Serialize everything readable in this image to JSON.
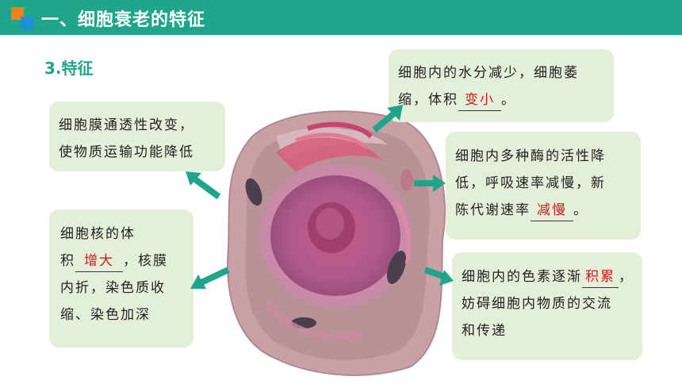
{
  "header": {
    "title": "一、细胞衰老的特征"
  },
  "section": {
    "label": "3.特征"
  },
  "boxes": {
    "membrane": {
      "line1": "细胞膜通透性改变，",
      "line2": "使物质运输功能降低"
    },
    "nucleus": {
      "line1": "细胞核的体",
      "line2_pre": "积",
      "answer": "增大",
      "line2_post": "，核膜",
      "line3": "内折，染色质收",
      "line4": "缩、染色加深"
    },
    "water": {
      "line1": "细胞内的水分减少，细胞萎",
      "line2_pre": "缩，体积",
      "answer": "变小",
      "line2_post": "。"
    },
    "enzyme": {
      "line1": "细胞内多种酶的活性降",
      "line2": "低，呼吸速率减慢，新",
      "line3_pre": "陈代谢速率",
      "answer": "减慢",
      "line3_post": "。"
    },
    "pigment": {
      "line1_pre": "细胞内的色素逐渐",
      "answer": "积累",
      "line1_post": "，",
      "line2": "妨碍细胞内物质的交流",
      "line3": "和传递"
    }
  },
  "colors": {
    "header": "#1fa68a",
    "box": "#e3efd8",
    "answer": "#d21a1a",
    "arrow": "#1fa68a",
    "logo_orange": "#f0801e",
    "logo_blue": "#1e8fd8"
  }
}
